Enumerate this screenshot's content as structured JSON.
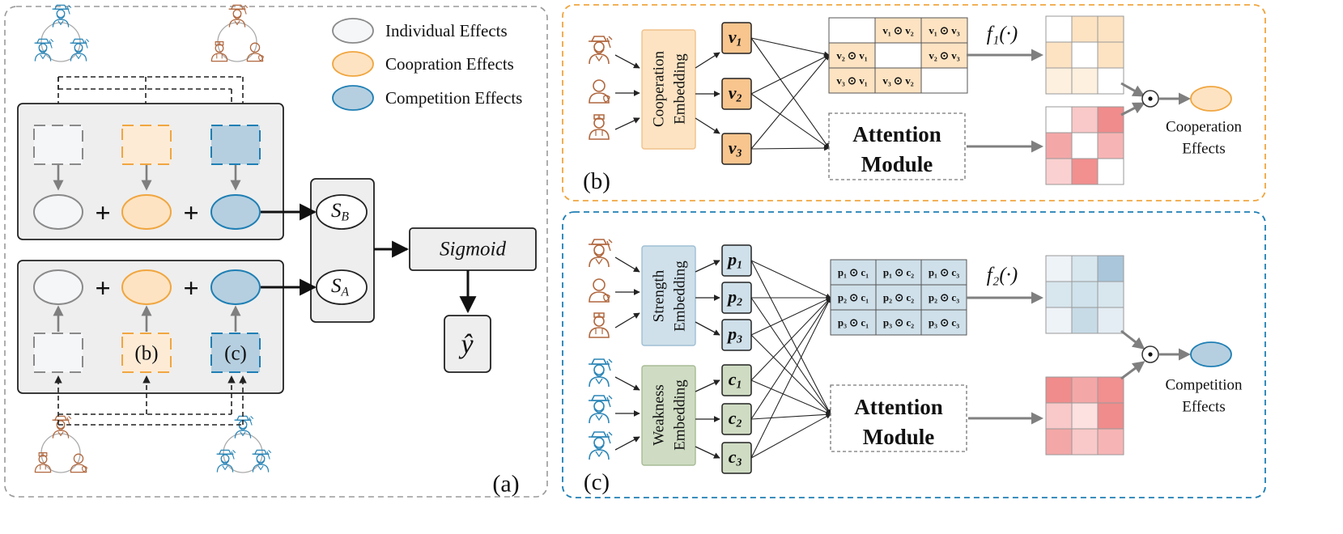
{
  "legend": {
    "individual": "Individual Effects",
    "cooperation": "Coopration Effects",
    "competition": "Competition Effects"
  },
  "panel_a": {
    "label": "(a)",
    "sb_main": "S",
    "sb_sub": "B",
    "sa_main": "S",
    "sa_sub": "A",
    "sigmoid": "Sigmoid",
    "yhat": "ŷ",
    "box_b": "(b)",
    "box_c": "(c)",
    "plus": "+"
  },
  "panel_b": {
    "label": "(b)",
    "embedding": [
      "Cooperation",
      "Embedding"
    ],
    "vectors": [
      {
        "main": "v",
        "sub": "1"
      },
      {
        "main": "v",
        "sub": "2"
      },
      {
        "main": "v",
        "sub": "3"
      }
    ],
    "matrix": [
      [
        "",
        "v₁ ⊙ v₂",
        "v₁ ⊙ v₃"
      ],
      [
        "v₂ ⊙ v₁",
        "",
        "v₂ ⊙ v₃"
      ],
      [
        "v₃ ⊙ v₁",
        "v₃ ⊙ v₂",
        ""
      ]
    ],
    "func": "f₁(·)",
    "attention": [
      "Attention",
      "Module"
    ],
    "hadamard": "⊙",
    "output": [
      "Cooperation",
      "Effects"
    ],
    "grid_top_colors": [
      "#ffffff",
      "#fde3c2",
      "#fde3c2",
      "#fde3c2",
      "#ffffff",
      "#fde3c2",
      "#fef0df",
      "#fef0df",
      "#ffffff"
    ],
    "grid_bottom_colors": [
      "#ffffff",
      "#f9c8c8",
      "#f08c8c",
      "#f4a7a7",
      "#ffffff",
      "#f7b4b4",
      "#fbd0d0",
      "#f28f8f",
      "#ffffff"
    ]
  },
  "panel_c": {
    "label": "(c)",
    "strength": [
      "Strength",
      "Embedding"
    ],
    "weakness": [
      "Weakness",
      "Embedding"
    ],
    "p_vectors": [
      {
        "main": "p",
        "sub": "1"
      },
      {
        "main": "p",
        "sub": "2"
      },
      {
        "main": "p",
        "sub": "3"
      }
    ],
    "c_vectors": [
      {
        "main": "c",
        "sub": "1"
      },
      {
        "main": "c",
        "sub": "2"
      },
      {
        "main": "c",
        "sub": "3"
      }
    ],
    "matrix": [
      [
        "p₁ ⊙ c₁",
        "p₁ ⊙ c₂",
        "p₁ ⊙ c₃"
      ],
      [
        "p₂ ⊙ c₁",
        "p₂ ⊙ c₂",
        "p₂ ⊙ c₃"
      ],
      [
        "p₃ ⊙ c₁",
        "p₃ ⊙ c₂",
        "p₃ ⊙ c₃"
      ]
    ],
    "func": "f₂(·)",
    "attention": [
      "Attention",
      "Module"
    ],
    "hadamard": "⊙",
    "output": [
      "Competition",
      "Effects"
    ],
    "grid_top_colors": [
      "#eef3f7",
      "#d8e6ee",
      "#a9c6db",
      "#d8e6ee",
      "#d0e2ec",
      "#d8e6ee",
      "#eef3f7",
      "#c7dbe7",
      "#e4edf3"
    ],
    "grid_bottom_colors": [
      "#f08c8c",
      "#f4a7a7",
      "#f28f8f",
      "#f9c8c8",
      "#fde0e0",
      "#f08c8c",
      "#f4a7a7",
      "#f9c8c8",
      "#f7b4b4"
    ]
  },
  "colors": {
    "orange_fill": "#fde3c2",
    "orange_stroke": "#f0a640",
    "blue_fill": "#b5cfe0",
    "blue_stroke": "#1f7fb4",
    "green_fill": "#cfdcc3",
    "gray_fill": "#f3f4f6",
    "panel_fill": "#eeeeee",
    "person_brown": "#b0673e",
    "person_blue": "#2b86b7"
  }
}
